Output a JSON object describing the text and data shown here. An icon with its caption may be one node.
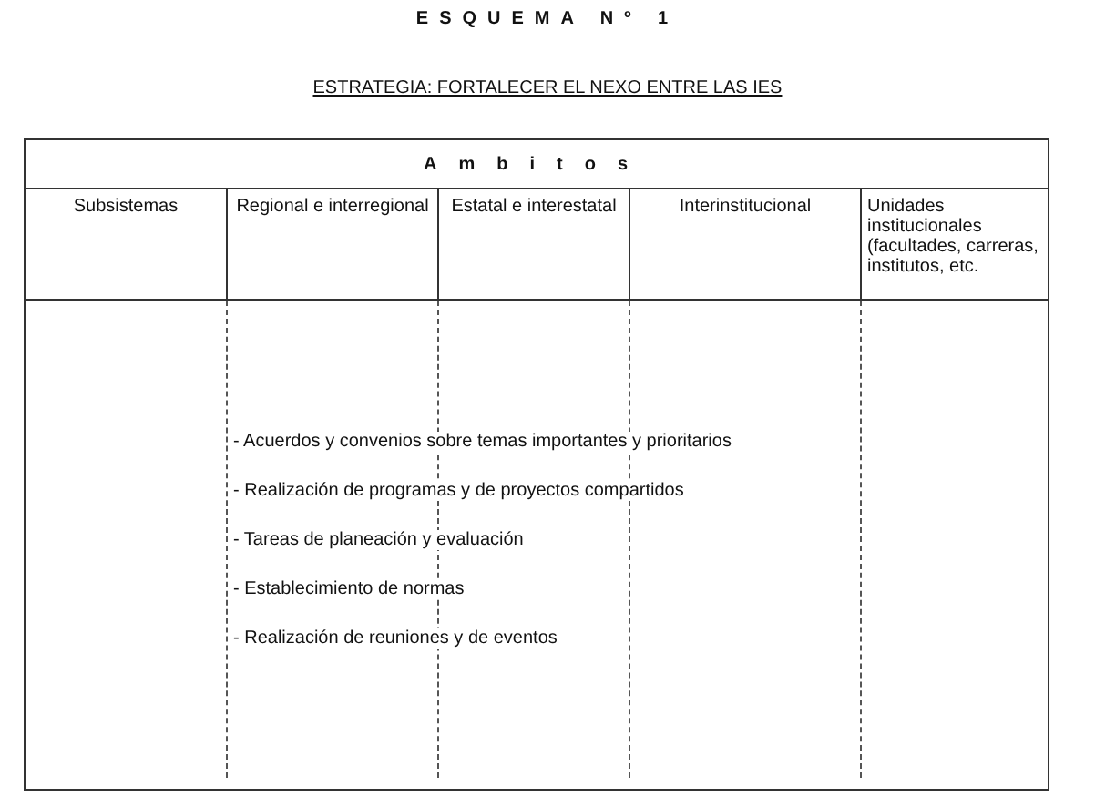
{
  "diagram": {
    "title": "ESQUEMA Nº 1",
    "caption": "ESTRATEGIA: FORTALECER EL NEXO ENTRE LAS IES",
    "nodes": [
      {
        "text": [
          "Ambitos"
        ]
      },
      {
        "text": [
          "Subsistemas"
        ],
        "in": 0
      },
      {
        "text": [
          "Regional e interregional"
        ],
        "in": 0
      },
      {
        "text": [
          "Estatal e interestatal"
        ],
        "in": 0
      },
      {
        "text": [
          "Interinstitucional"
        ],
        "in": 0
      },
      {
        "text": [
          "Unidades institucionales (facultades, carreras, institutos, etc."
        ],
        "in": 0
      }
    ],
    "labels": [
      "- Acuerdos y convenios sobre temas importantes y prioritarios",
      "- Realización de programas y de proyectos compartidos",
      "- Tareas de planeación y evaluación",
      "- Establecimiento de normas",
      "- Realización de reuniones y de eventos"
    ]
  }
}
